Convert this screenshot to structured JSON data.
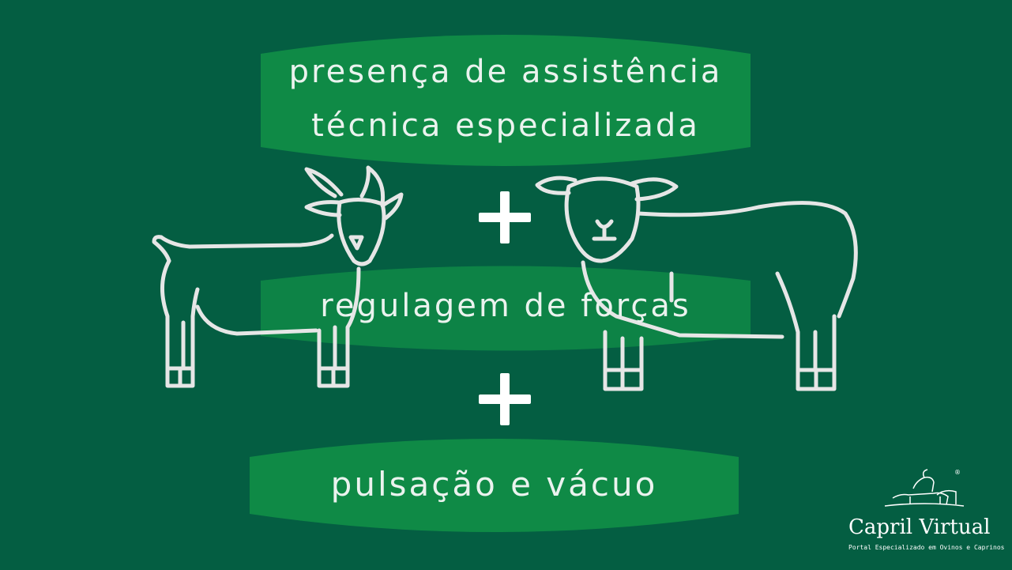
{
  "slide": {
    "banner_top_line1": "presença de assistência",
    "banner_top_line2": "técnica especializada",
    "banner_middle": "regulagem de forças",
    "banner_bottom": "pulsação e vácuo",
    "plus_symbol": "+"
  },
  "logo": {
    "name": "Capril Virtual",
    "tagline": "Portal Especializado em Ovinos e Caprinos",
    "registered_mark": "®"
  },
  "illustration": {
    "left_animal": "goat-icon",
    "right_animal": "sheep-icon"
  },
  "colors": {
    "background": "#045e42",
    "banner": "#0f8a46",
    "outline": "#e6e6e6",
    "text": "#eaf3ee"
  }
}
